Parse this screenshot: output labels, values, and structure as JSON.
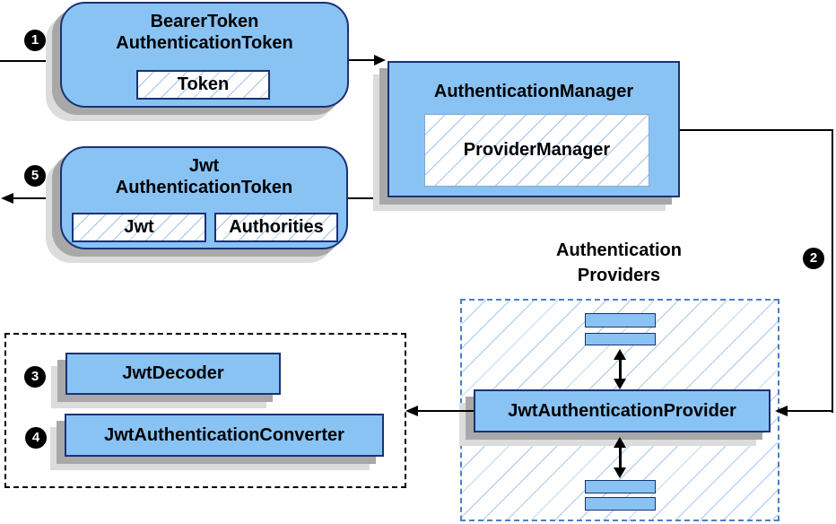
{
  "nodes": {
    "bearer_token": {
      "title_line1": "BearerToken",
      "title_line2": "AuthenticationToken",
      "chip_token": "Token"
    },
    "authentication_manager": {
      "title": "AuthenticationManager",
      "chip_provider_manager": "ProviderManager"
    },
    "jwt_authentication_token": {
      "title_line1": "Jwt",
      "title_line2": "AuthenticationToken",
      "chip_jwt": "Jwt",
      "chip_authorities": "Authorities"
    },
    "jwt_authentication_provider": {
      "title": "JwtAuthenticationProvider"
    },
    "jwt_decoder": {
      "title": "JwtDecoder"
    },
    "jwt_authentication_converter": {
      "title": "JwtAuthenticationConverter"
    }
  },
  "labels": {
    "providers_line1": "Authentication",
    "providers_line2": "Providers"
  },
  "steps": {
    "step1": "1",
    "step2": "2",
    "step3": "3",
    "step4": "4",
    "step5": "5"
  },
  "colors": {
    "node_fill": "#89c3f4",
    "node_border": "#1a3276",
    "hatch_line": "#9fc6e9",
    "providers_group_border": "#4d7fc4",
    "decoders_group_border": "#000000",
    "shadow_dark": "#a8a8a8",
    "shadow_light": "#dcdcdc",
    "connector": "#000000",
    "step_badge_bg": "#000000",
    "step_badge_text": "#ffffff"
  }
}
